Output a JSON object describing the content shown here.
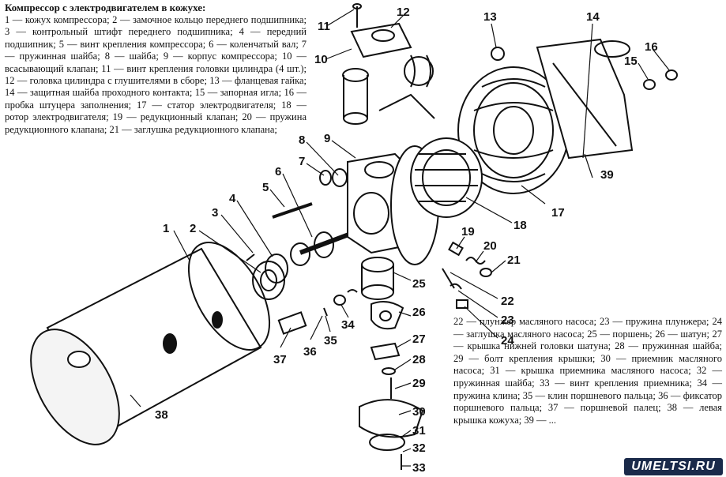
{
  "title": "Компрессор с электродвигателем в кожухе:",
  "legend_top": "1 — кожух компрессора; 2 — замочное кольцо переднего подшипника; 3 — контрольный штифт переднего подшипника; 4 — передний подшипник; 5 — винт крепления компрессора; 6 — коленчатый вал; 7 — пружинная шайба; 8 — шайба; 9 — корпус компрессора; 10 — всасывающий клапан; 11 — винт крепления головки цилиндра (4 шт.); 12 — головка цилиндра с глушителями в сборе; 13 — фланцевая гайка; 14 — защитная шайба проходного контакта; 15 — запорная игла; 16 — пробка штуцера заполнения; 17 — статор электродвигателя; 18 — ротор электродвигателя; 19 — редукционный клапан; 20 — пружина редукционного клапана; 21 — заглушка редукционного клапана;",
  "legend_bottom": "22 — плунжер масляного насоса; 23 — пружина плунжера; 24 — заглушка масляного насоса; 25 — поршень; 26 — шатун; 27 — крышка нижней головки шатуна; 28 — пружинная шайба; 29 — болт крепления крышки; 30 — приемник масляного насоса; 31 — крышка приемника масляного насоса; 32 — пружинная шайба; 33 — винт крепления приемника; 34 — пружина клина; 35 — клин поршневого пальца; 36 — фиксатор поршневого пальца; 37 — поршневой палец; 38 — левая крышка кожуха; 39 — ...",
  "callouts": [
    "1",
    "2",
    "3",
    "4",
    "5",
    "6",
    "7",
    "8",
    "9",
    "10",
    "11",
    "12",
    "13",
    "14",
    "15",
    "16",
    "17",
    "18",
    "19",
    "20",
    "21",
    "22",
    "23",
    "24",
    "25",
    "26",
    "27",
    "28",
    "29",
    "30",
    "31",
    "32",
    "33",
    "34",
    "35",
    "36",
    "37",
    "38",
    "39"
  ],
  "watermark": "UMELTSI.RU"
}
